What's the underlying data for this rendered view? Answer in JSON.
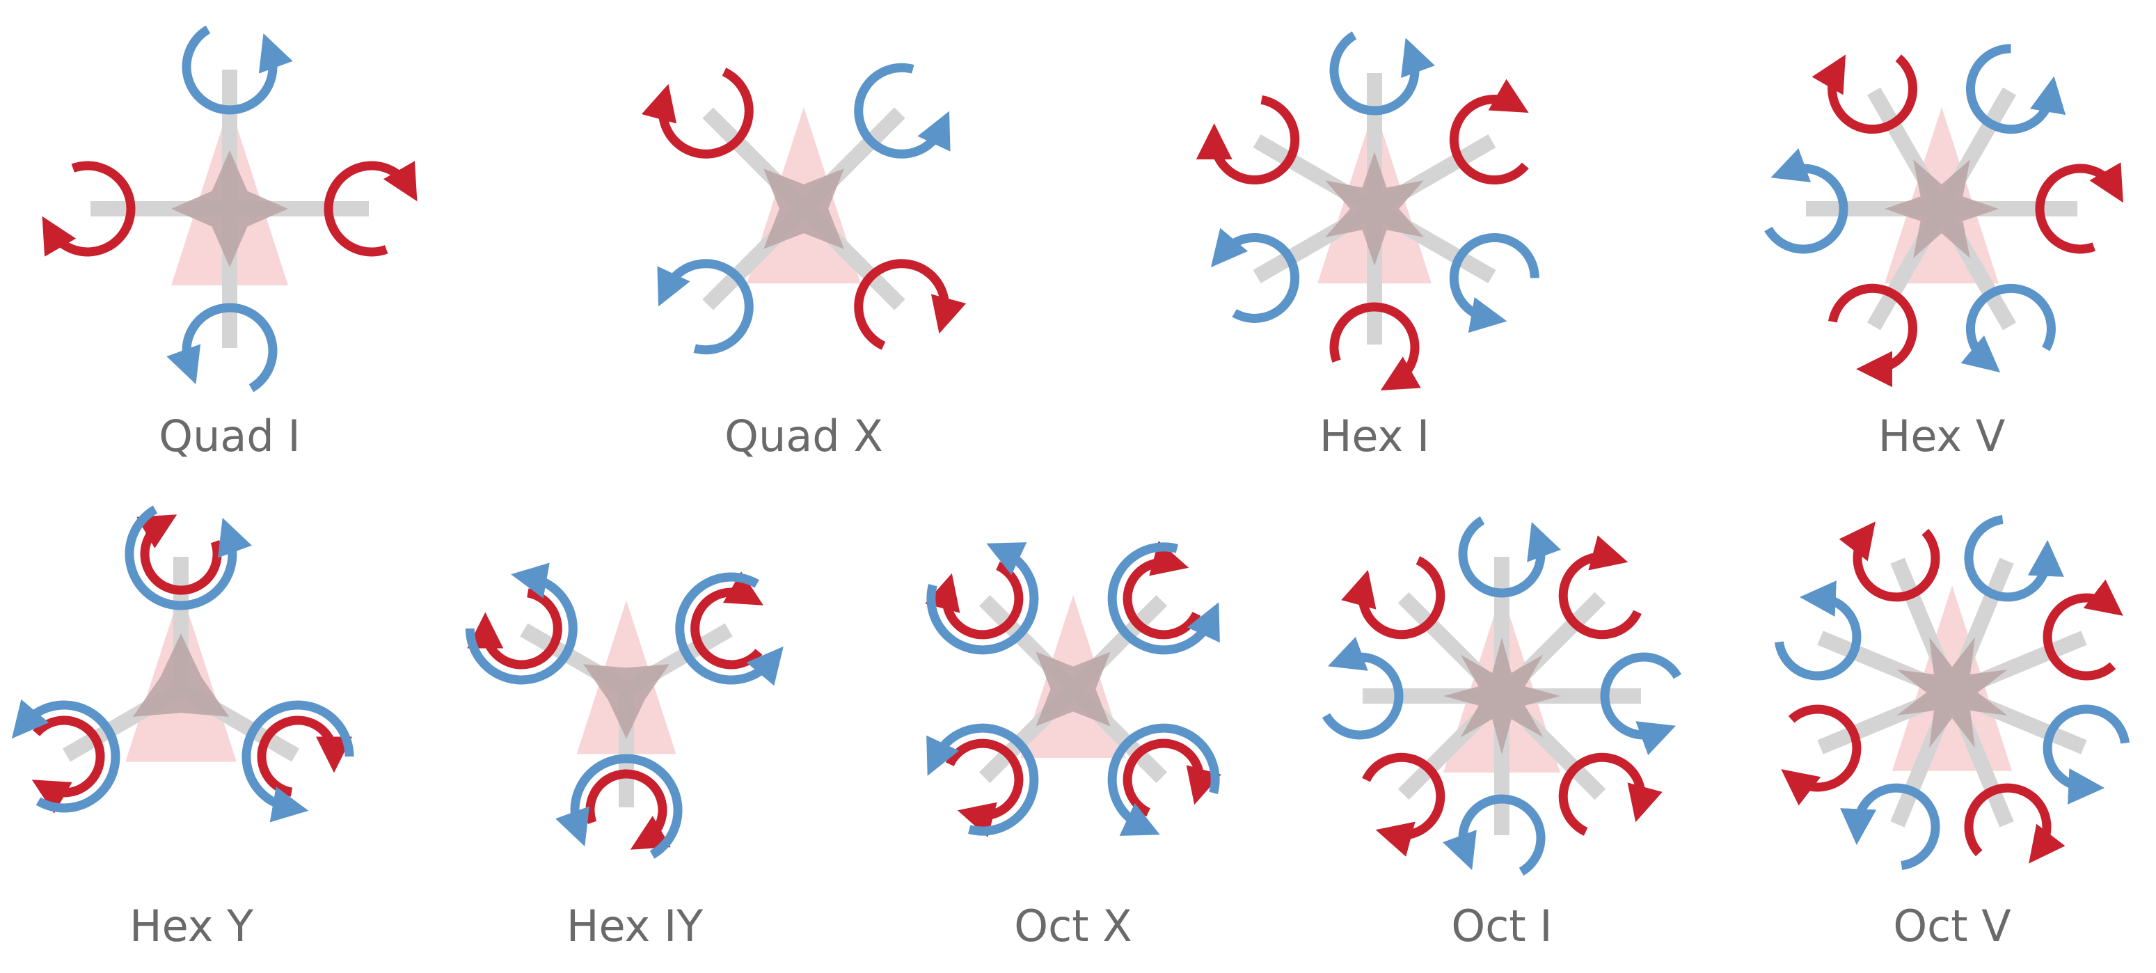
{
  "colors": {
    "cw_rotor": "#c8202d",
    "ccw_rotor": "#5b94c9",
    "arm": "#d4d4d4",
    "body": "#b9a3a5",
    "heading_cone": "#f2b5b8",
    "label": "#6a6a6a"
  },
  "configs": [
    {
      "label": "Quad I",
      "layout": "I",
      "props": [
        "ccw",
        "cw",
        "ccw",
        "cw"
      ]
    },
    {
      "label": "Quad X",
      "layout": "X",
      "props": [
        "ccw",
        "cw",
        "ccw",
        "cw"
      ]
    },
    {
      "label": "Hex I",
      "layout": "I",
      "props": [
        "ccw",
        "cw",
        "ccw",
        "cw",
        "ccw",
        "cw"
      ]
    },
    {
      "label": "Hex V",
      "layout": "V",
      "props": [
        "ccw",
        "cw",
        "ccw",
        "cw",
        "ccw",
        "cw"
      ]
    },
    {
      "label": "Hex Y",
      "layout": "Y",
      "props": [
        "coax",
        "coax",
        "coax"
      ]
    },
    {
      "label": "Hex IY",
      "layout": "IY",
      "props": [
        "coax",
        "coax",
        "coax"
      ]
    },
    {
      "label": "Oct X",
      "layout": "X",
      "props": [
        "coax",
        "coax",
        "coax",
        "coax"
      ]
    },
    {
      "label": "Oct I",
      "layout": "I",
      "props": [
        "ccw",
        "cw",
        "ccw",
        "cw",
        "ccw",
        "cw",
        "ccw",
        "cw"
      ]
    },
    {
      "label": "Oct V",
      "layout": "V",
      "props": [
        "ccw",
        "cw",
        "ccw",
        "cw",
        "ccw",
        "cw",
        "ccw",
        "cw"
      ]
    }
  ]
}
